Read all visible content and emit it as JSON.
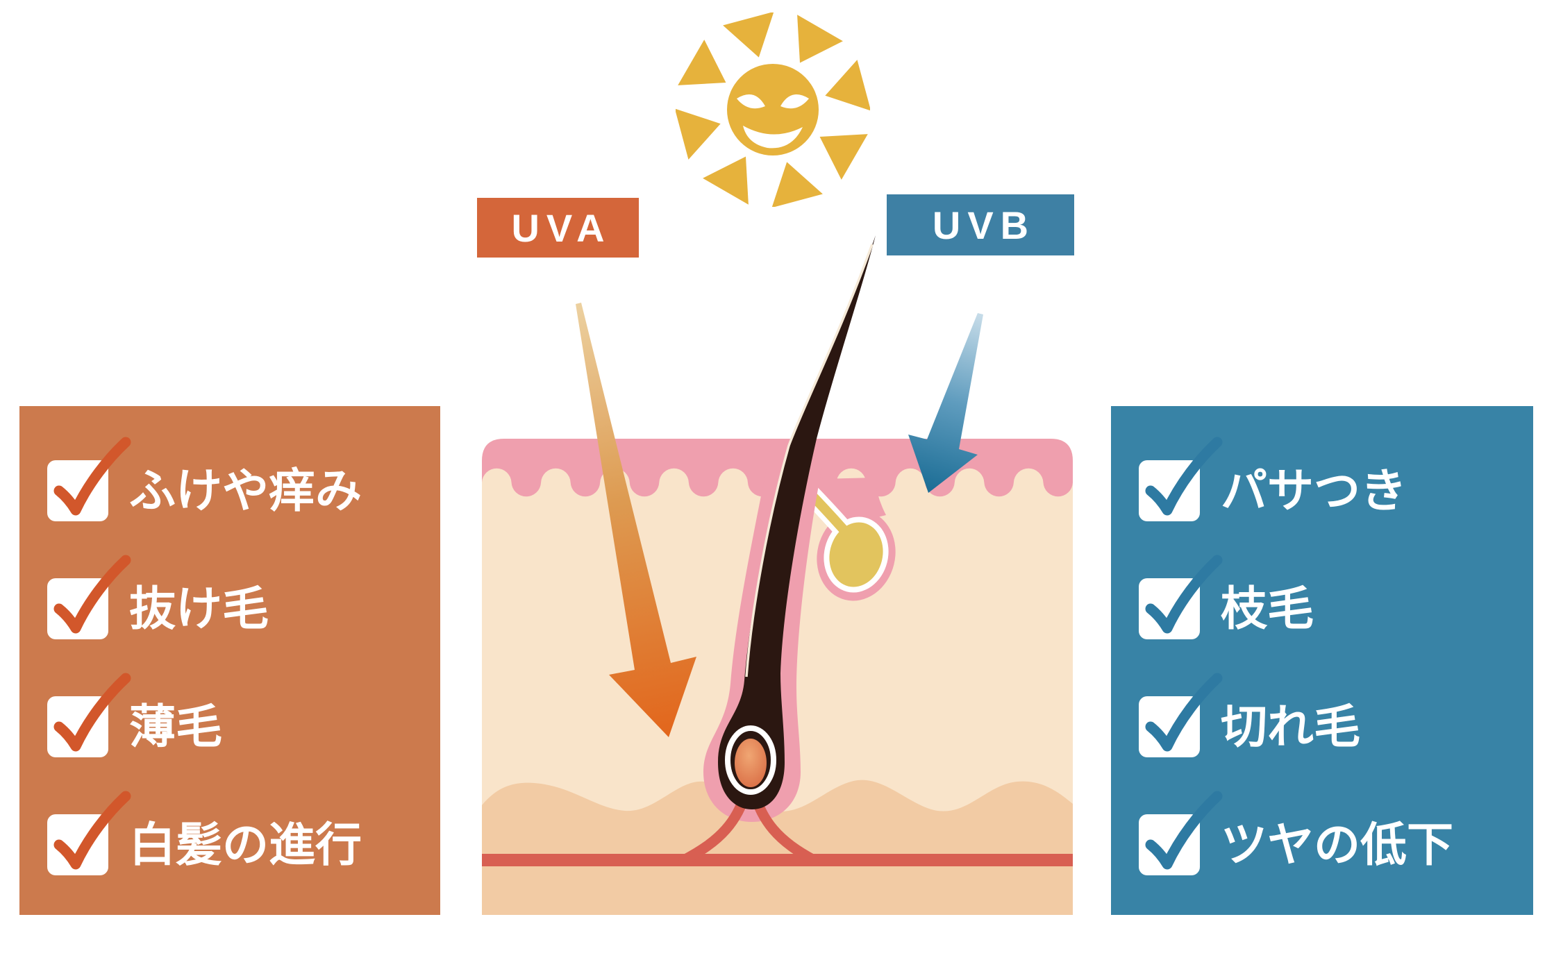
{
  "uv_labels": {
    "uva": "UVA",
    "uvb": "UVB"
  },
  "left_panel": {
    "theme": "uva-damage-checklist",
    "items": [
      "ふけや痒み",
      "抜け毛",
      "薄毛",
      "白髪の進行"
    ]
  },
  "right_panel": {
    "theme": "uvb-damage-checklist",
    "items": [
      "パサつき",
      "枝毛",
      "切れ毛",
      "ツヤの低下"
    ]
  },
  "icons": {
    "sun": "evil-sun-icon",
    "checkbox": "checked-checkbox-icon",
    "uva_arrow": "uva-deep-penetration-arrow",
    "uvb_arrow": "uvb-surface-arrow"
  },
  "colors": {
    "uva_accent": "#d4663a",
    "uvb_accent": "#3e80a4",
    "left_panel_bg": "#cc7a4d",
    "right_panel_bg": "#3883a6",
    "uva_check": "#d2572b",
    "uvb_check": "#2e7aa2",
    "sun_gold": "#e6b23c",
    "epidermis": "#ef9fae",
    "dermis": "#f9e4ca",
    "subcutis": "#f2cba4",
    "vessel": "#d85f52",
    "hair": "#2b1711",
    "gland": "#e2c45e",
    "panel_text": "#ffffff"
  }
}
